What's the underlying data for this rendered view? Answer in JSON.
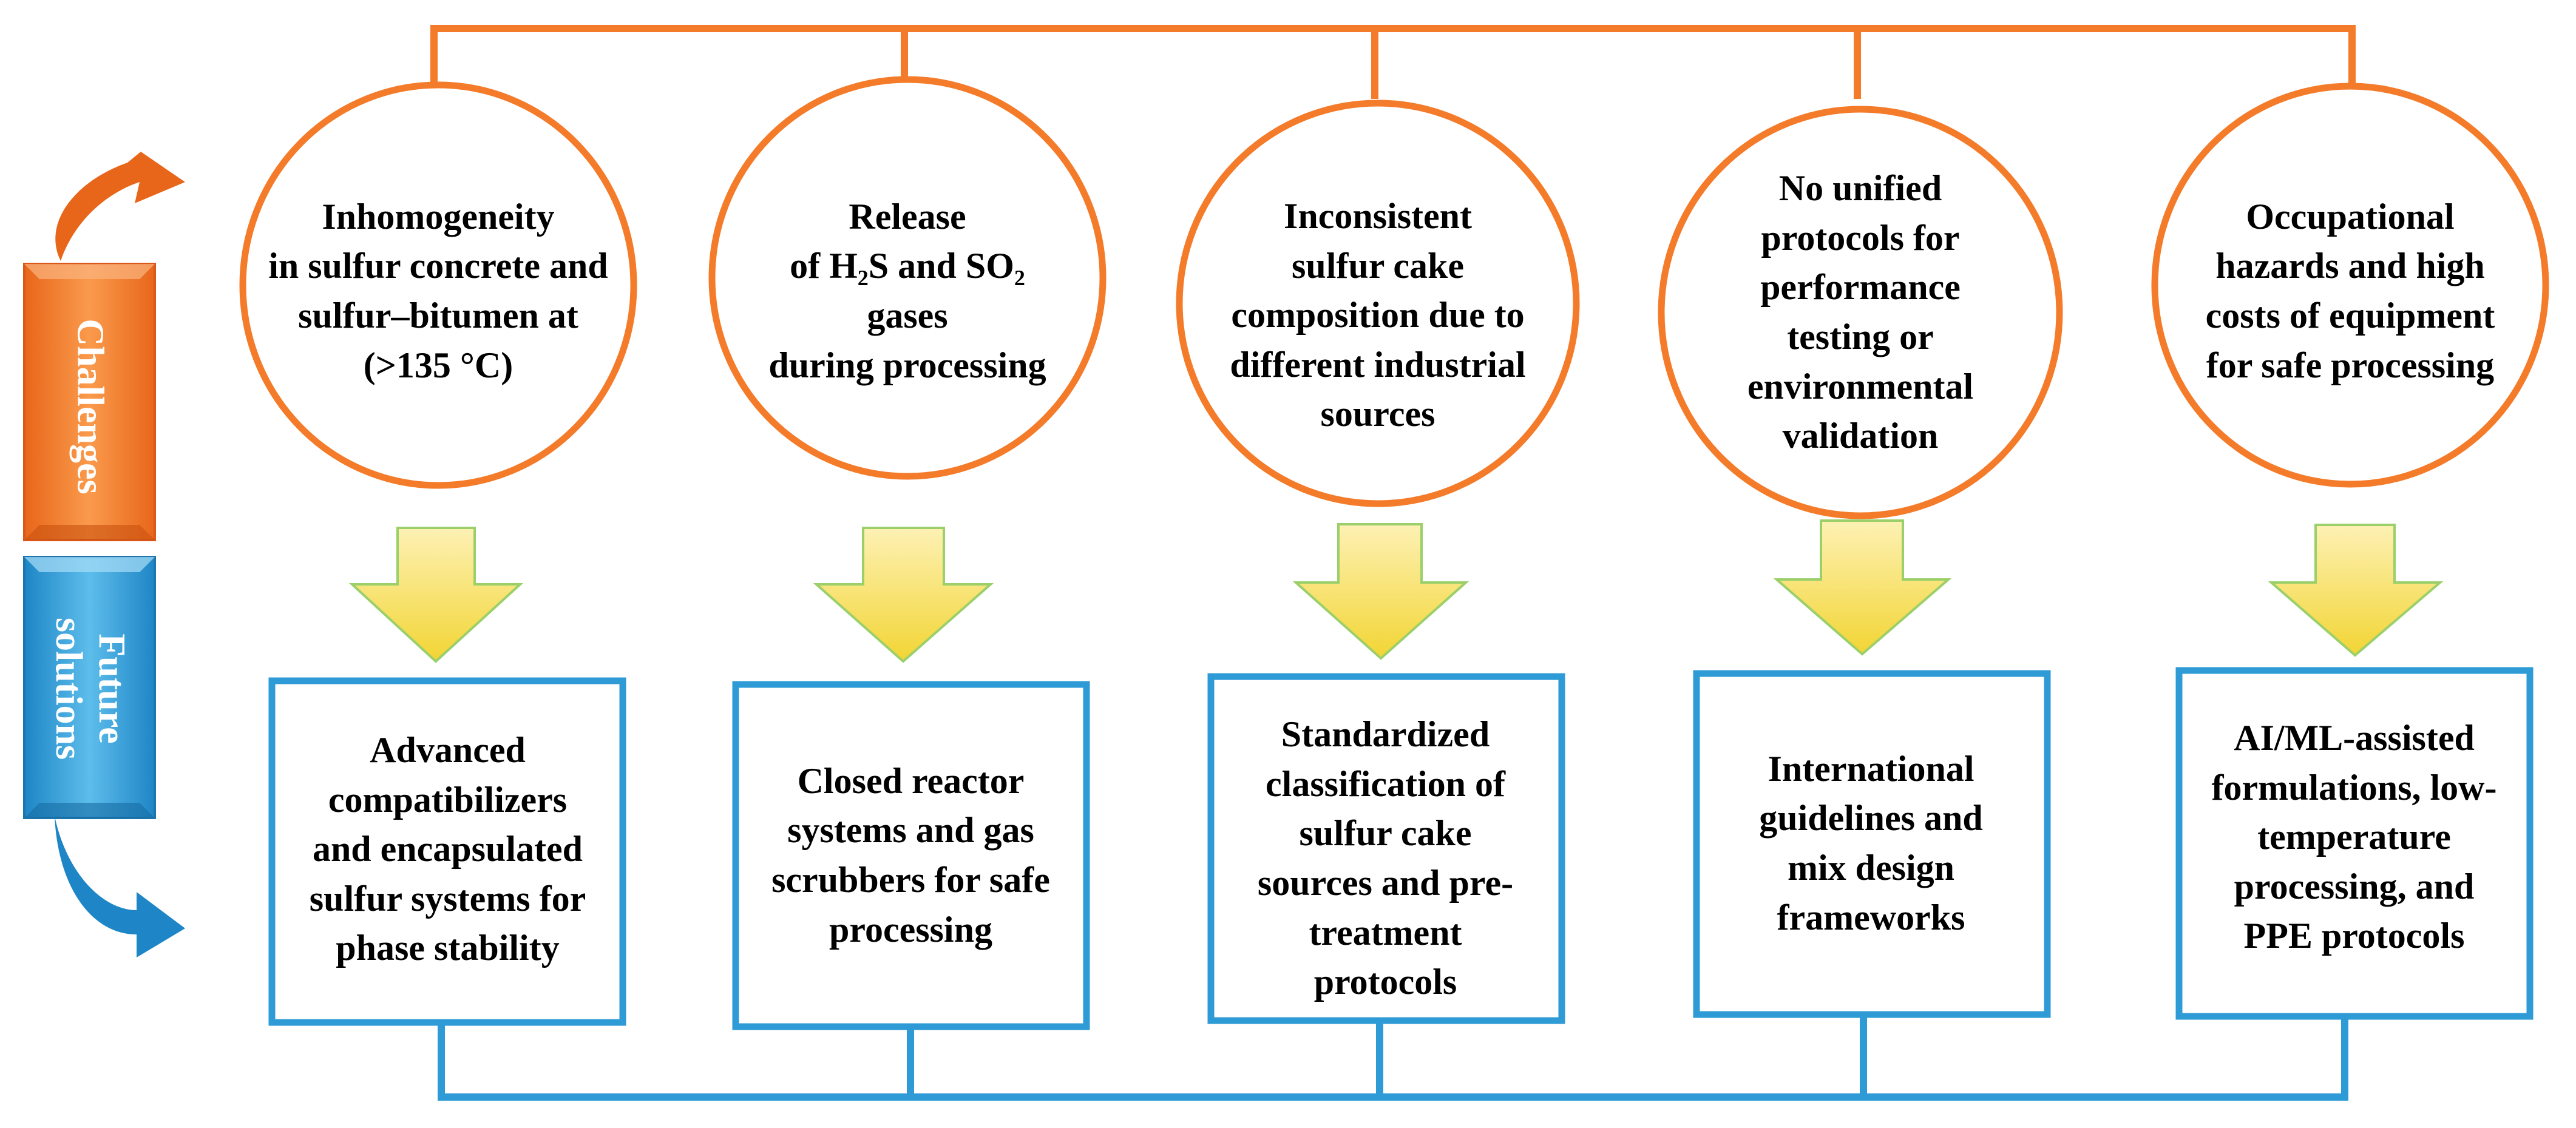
{
  "side_labels": {
    "challenges": "Challenges",
    "future_solutions": "Future\nsolutions"
  },
  "challenges": [
    {
      "text": "Inhomogeneity\nin sulfur concrete and\nsulfur–bitumen at\n(>135 °C)"
    },
    {
      "text": "Release\nof H₂S and SO₂\ngases\nduring processing"
    },
    {
      "text": "Inconsistent\nsulfur cake\ncomposition due to\ndifferent industrial\nsources"
    },
    {
      "text": "No unified\nprotocols  for\nperformance\ntesting or\nenvironmental\nvalidation"
    },
    {
      "text": "Occupational\nhazards and high\ncosts of equipment\nfor safe processing"
    }
  ],
  "solutions": [
    {
      "text": "Advanced\ncompatibilizers\nand encapsulated\nsulfur systems for\nphase stability"
    },
    {
      "text": "Closed reactor\nsystems and gas\nscrubbers  for safe\nprocessing"
    },
    {
      "text": "Standardized\nclassification of\nsulfur cake\nsources and pre-\ntreatment\nprotocols"
    },
    {
      "text": "International\nguidelines and\nmix design\nframeworks"
    },
    {
      "text": "AI/ML-assisted\nformulations, low-\ntemperature\nprocessing, and\nPPE protocols"
    }
  ],
  "colors": {
    "challenge_accent": "#F47B2A",
    "solution_accent": "#2E9BD6",
    "arrow_top": "#FCE588",
    "arrow_bottom": "#F2D94A",
    "arrow_outline": "#9BCF6A"
  }
}
